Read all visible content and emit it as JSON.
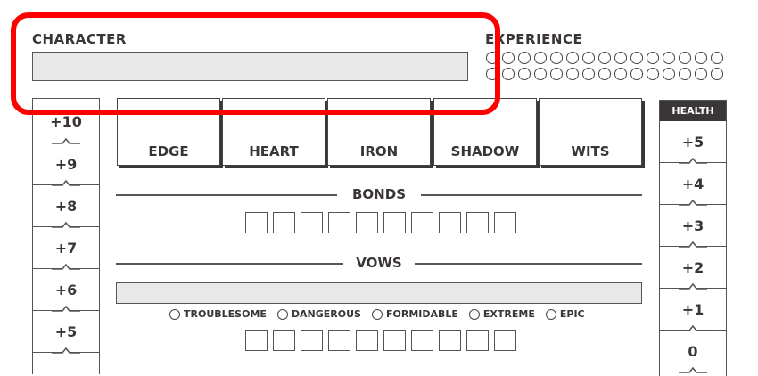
{
  "character": {
    "label": "CHARACTER",
    "value": ""
  },
  "experience": {
    "label": "EXPERIENCE",
    "rows": 2,
    "per_row": 15
  },
  "momentum": {
    "values": [
      "+10",
      "+9",
      "+8",
      "+7",
      "+6",
      "+5"
    ]
  },
  "stats": [
    "EDGE",
    "HEART",
    "IRON",
    "SHADOW",
    "WITS"
  ],
  "bonds": {
    "label": "BONDS",
    "boxes": 10
  },
  "vows": {
    "label": "VOWS",
    "value": "",
    "ranks": [
      "TROUBLESOME",
      "DANGEROUS",
      "FORMIDABLE",
      "EXTREME",
      "EPIC"
    ],
    "boxes": 10
  },
  "health": {
    "label": "HEALTH",
    "values": [
      "+5",
      "+4",
      "+3",
      "+2",
      "+1",
      "0"
    ]
  },
  "colors": {
    "highlight": "#ff0000",
    "ink": "#3a3536",
    "field": "#e8e8e8"
  }
}
